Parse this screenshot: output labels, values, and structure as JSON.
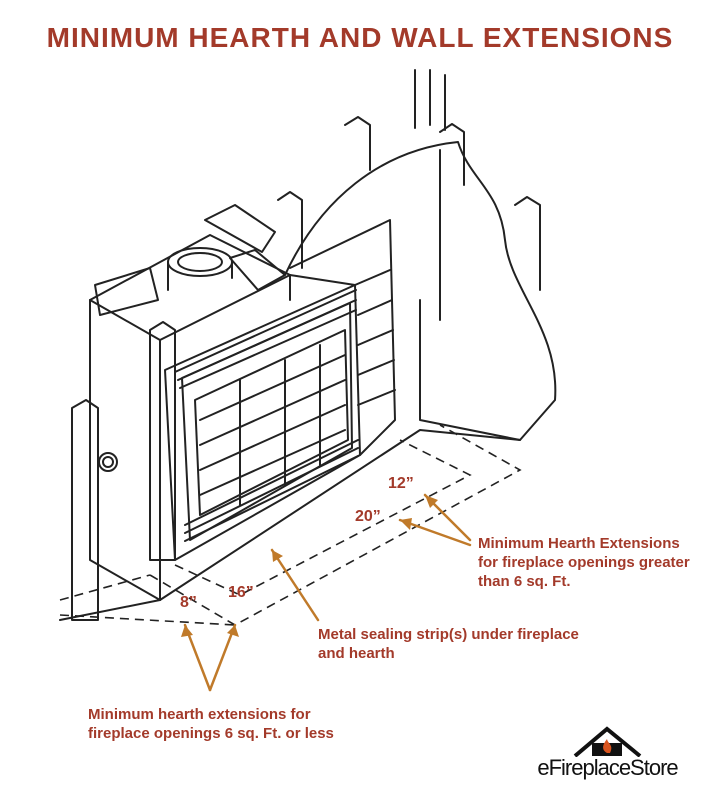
{
  "title": "MINIMUM HEARTH AND WALL EXTENSIONS",
  "dimensions": {
    "d12": "12”",
    "d20": "20”",
    "d16": "16”",
    "d8": "8”"
  },
  "notes": {
    "large_opening": [
      "Minimum Hearth Extensions",
      "for fireplace openings greater",
      "than 6 sq. Ft."
    ],
    "sealing_strip": [
      "Metal sealing strip(s) under fireplace",
      "and hearth"
    ],
    "small_opening": [
      "Minimum hearth extensions for",
      "fireplace openings 6 sq. Ft. or less"
    ]
  },
  "logo": {
    "text": "eFireplaceStore",
    "icon": "house-flame-icon"
  },
  "colors": {
    "accent": "#a33a2a",
    "line": "#222222"
  }
}
